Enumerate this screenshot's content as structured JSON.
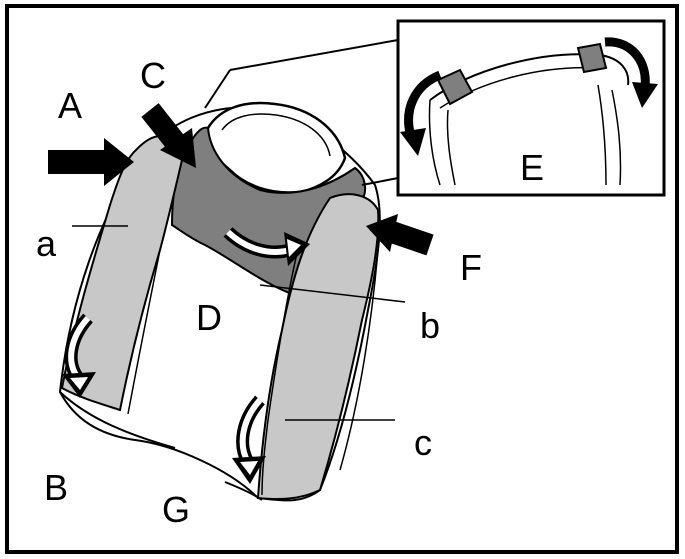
{
  "labels": {
    "A": "A",
    "B": "B",
    "C": "C",
    "D": "D",
    "E": "E",
    "F": "F",
    "G": "G",
    "a": "a",
    "b": "b",
    "c": "c"
  },
  "colors": {
    "frame": "#000000",
    "background": "#ffffff",
    "cover_dark": "#7f7f7f",
    "cover_light": "#c8c8c8",
    "arrow": "#000000"
  }
}
